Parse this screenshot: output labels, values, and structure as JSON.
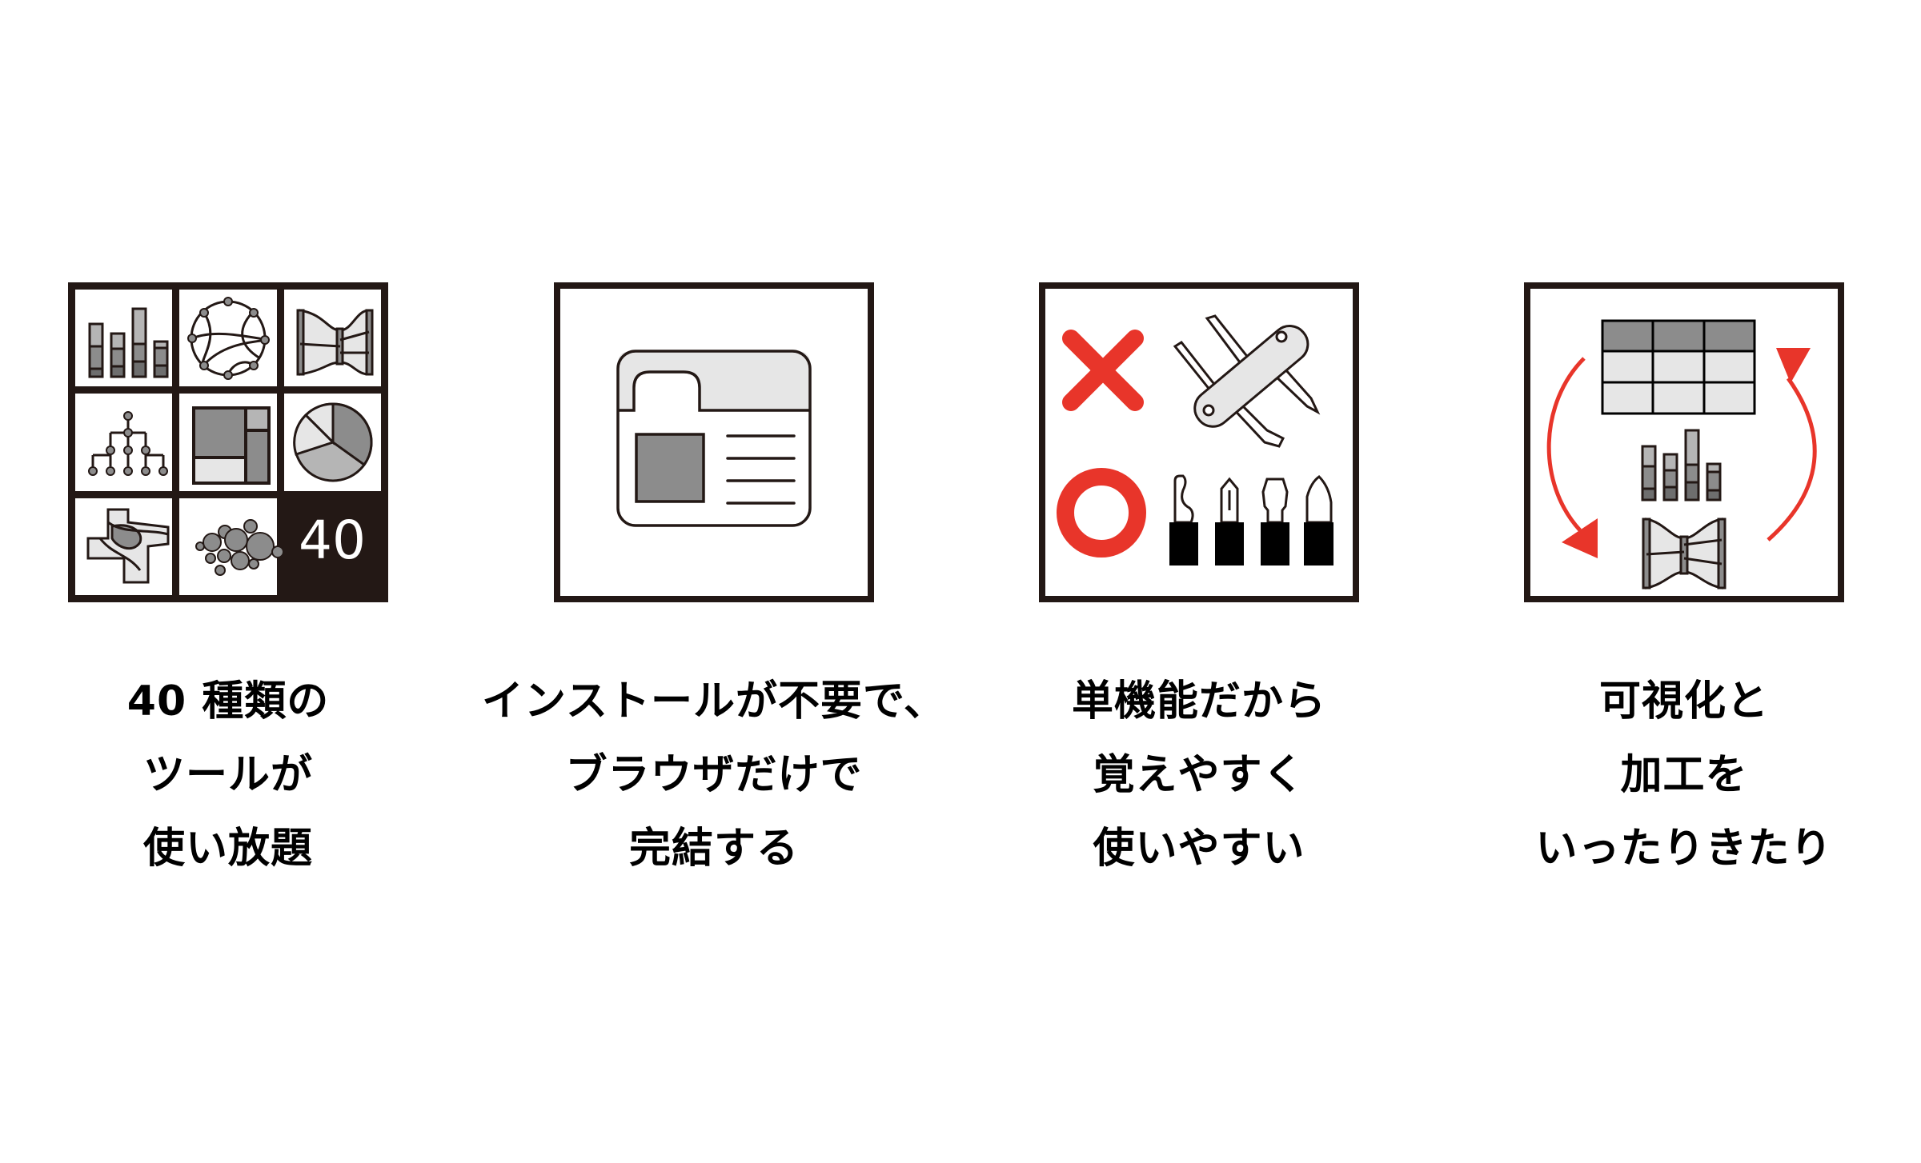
{
  "colors": {
    "background": "#ffffff",
    "ink": "#231815",
    "accent_red": "#E8352A",
    "gray_dark": "#6e6e6e",
    "gray_mid": "#8c8c8c",
    "gray_light": "#b5b5b5",
    "gray_pale": "#e6e6e6"
  },
  "features": [
    {
      "icon": "tool-grid-40-icon",
      "badge": "40",
      "lines": [
        "40 種類の",
        "ツールが",
        "使い放題"
      ]
    },
    {
      "icon": "browser-window-icon",
      "lines": [
        "インストールが不要で、",
        "ブラウザだけで",
        "完結する"
      ]
    },
    {
      "icon": "single-function-tools-icon",
      "wrong_mark": "✕",
      "right_mark": "○",
      "lines": [
        "単機能だから",
        "覚えやすく",
        "使いやすい"
      ]
    },
    {
      "icon": "visualize-process-cycle-icon",
      "lines": [
        "可視化と",
        "加工を",
        "いったりきたり"
      ]
    }
  ]
}
